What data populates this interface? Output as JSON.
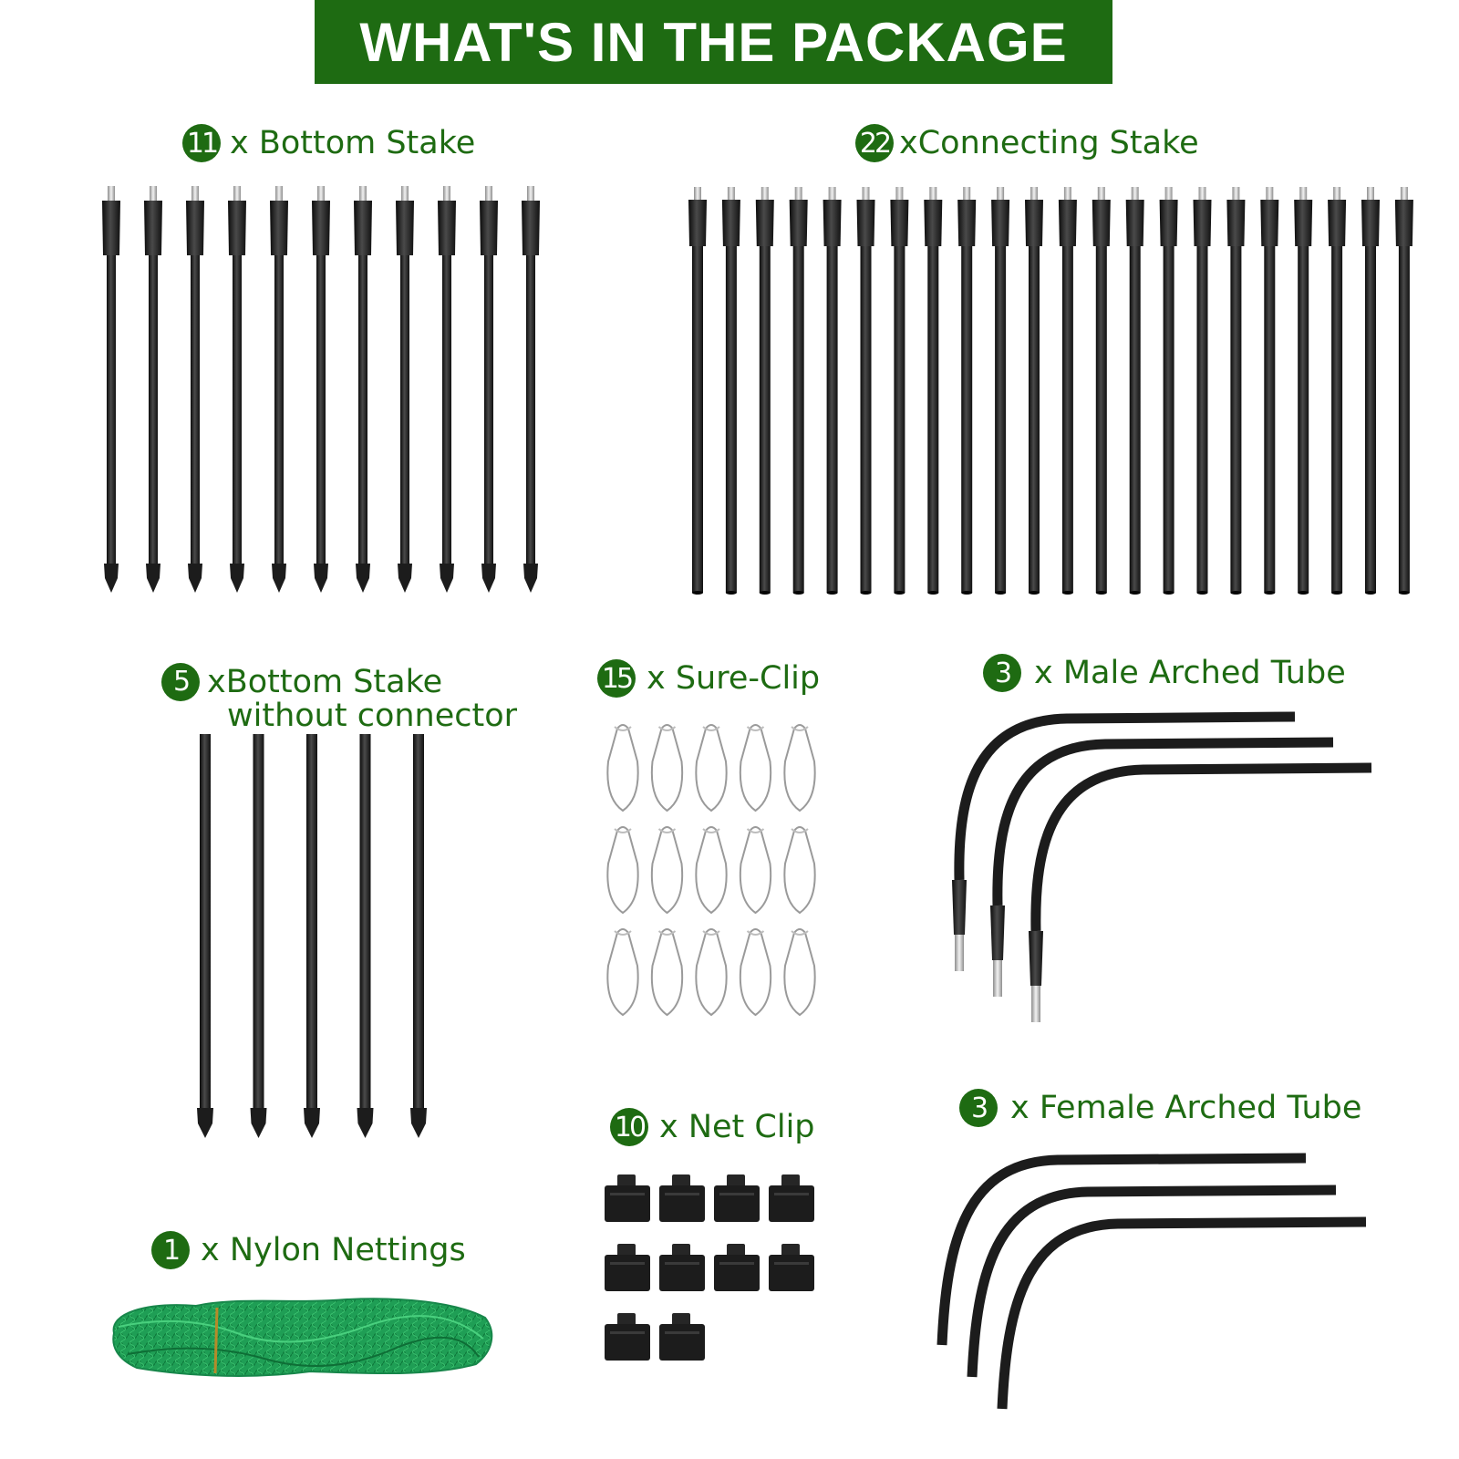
{
  "banner": {
    "title": "WHAT'S IN THE PACKAGE",
    "color": "#1e6b12"
  },
  "items": {
    "bottom_stake": {
      "count": "11",
      "text": "x Bottom Stake",
      "icon": "bottom-stake-icon"
    },
    "connecting_stake": {
      "count": "22",
      "text": "xConnecting Stake",
      "icon": "connecting-stake-icon"
    },
    "bottom_stake_no_connector": {
      "count": "5",
      "text_line1": "xBottom Stake",
      "text_line2": "without connector",
      "icon": "plain-stake-icon"
    },
    "sure_clip": {
      "count": "15",
      "text": "x Sure-Clip",
      "icon": "sure-clip-icon"
    },
    "male_arched_tube": {
      "count": "3",
      "text": "x Male Arched Tube",
      "icon": "male-arched-tube-icon"
    },
    "net_clip": {
      "count": "10",
      "text": "x Net Clip",
      "icon": "net-clip-icon"
    },
    "female_arched_tube": {
      "count": "3",
      "text": "x Female Arched Tube",
      "icon": "female-arched-tube-icon"
    },
    "nylon_netting": {
      "count": "1",
      "text": "x Nylon Nettings",
      "icon": "nylon-netting-icon"
    }
  },
  "colors": {
    "label_green": "#1e6b12",
    "stake_black": "#1c1c1c",
    "netting_green": "#1f9e55",
    "clip_silver": "#9a9a9a"
  }
}
